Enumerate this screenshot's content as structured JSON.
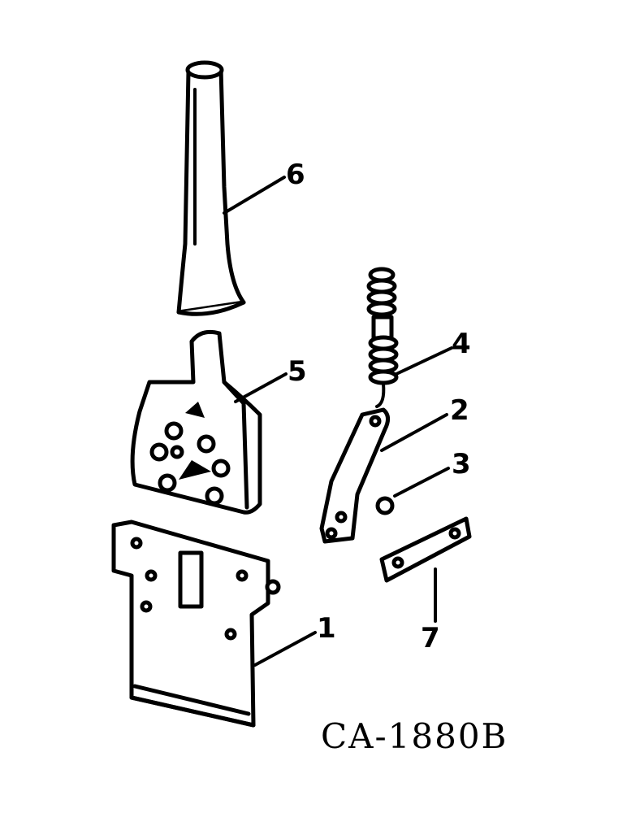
{
  "callouts": [
    "6",
    "5",
    "4",
    "2",
    "3",
    "1",
    "7"
  ],
  "reference_code": "CA-1880B",
  "colors": {
    "ink": "#000000",
    "paper": "#ffffff"
  }
}
